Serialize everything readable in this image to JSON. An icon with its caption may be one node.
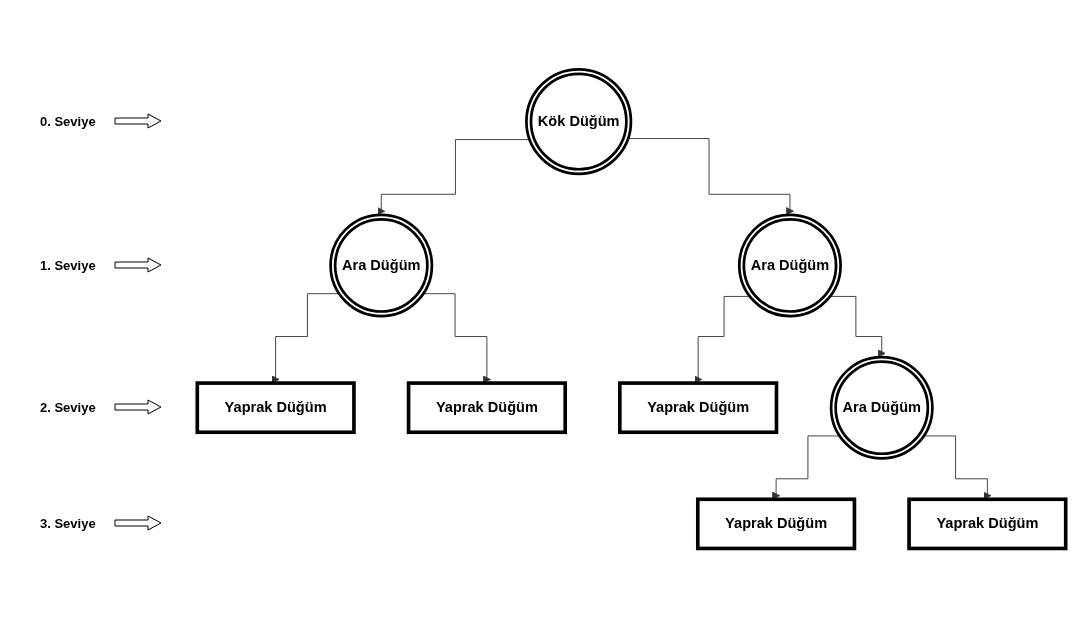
{
  "diagram": {
    "nodes": [
      {
        "text": [
          "Kök Düğüm"
        ]
      },
      {
        "text": [
          "Ara Düğüm"
        ]
      },
      {
        "text": [
          "Ara Düğüm"
        ]
      },
      {
        "text": [
          "Yaprak Düğüm"
        ]
      },
      {
        "text": [
          "Yaprak Düğüm"
        ]
      },
      {
        "text": [
          "Yaprak Düğüm"
        ]
      },
      {
        "text": [
          "Ara Düğüm"
        ]
      },
      {
        "text": [
          "Yaprak Düğüm"
        ]
      },
      {
        "text": [
          "Yaprak Düğüm"
        ]
      }
    ],
    "edges": [
      {
        "from": 0,
        "to": 1,
        "arrow": "to"
      },
      {
        "from": 0,
        "to": 2,
        "arrow": "to"
      },
      {
        "from": 1,
        "to": 3,
        "arrow": "to"
      },
      {
        "from": 1,
        "to": 4,
        "arrow": "to"
      },
      {
        "from": 2,
        "to": 5,
        "arrow": "to"
      },
      {
        "from": 2,
        "to": 6,
        "arrow": "to"
      },
      {
        "from": 6,
        "to": 7,
        "arrow": "to"
      },
      {
        "from": 6,
        "to": 8,
        "arrow": "to"
      }
    ],
    "labels": [
      "0. Seviye",
      "1. Seviye",
      "2. Seviye",
      "3. Seviye"
    ]
  }
}
